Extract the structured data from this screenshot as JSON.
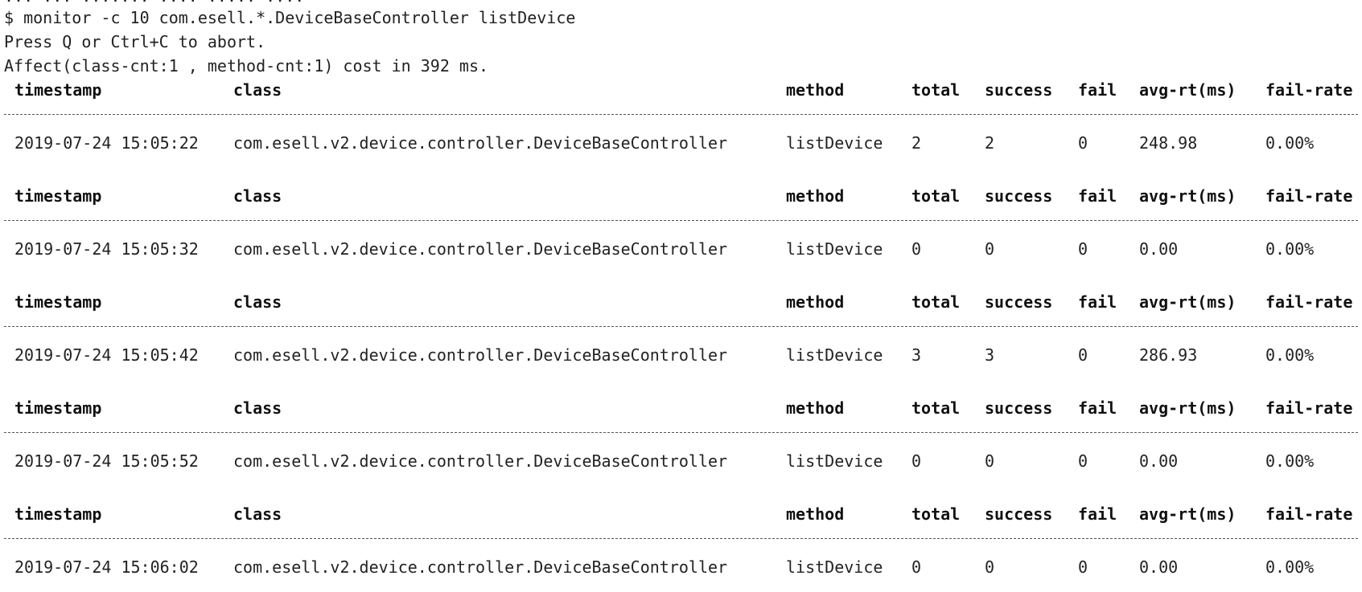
{
  "terminal": {
    "cut_off_line": "... ... ....... .... ..... ....",
    "command": "$ monitor -c 10 com.esell.*.DeviceBaseController listDevice",
    "abort_hint": "Press Q or Ctrl+C to abort.",
    "affect_line": "Affect(class-cnt:1 , method-cnt:1) cost in 392 ms.",
    "columns": [
      "timestamp",
      "class",
      "method",
      "total",
      "success",
      "fail",
      "avg-rt(ms)",
      "fail-rate"
    ],
    "blocks": [
      {
        "timestamp": "2019-07-24 15:05:22",
        "class": "com.esell.v2.device.controller.DeviceBaseController",
        "method": "listDevice",
        "total": "2",
        "success": "2",
        "fail": "0",
        "avg_rt": "248.98",
        "fail_rate": "0.00%"
      },
      {
        "timestamp": "2019-07-24 15:05:32",
        "class": "com.esell.v2.device.controller.DeviceBaseController",
        "method": "listDevice",
        "total": "0",
        "success": "0",
        "fail": "0",
        "avg_rt": "0.00",
        "fail_rate": "0.00%"
      },
      {
        "timestamp": "2019-07-24 15:05:42",
        "class": "com.esell.v2.device.controller.DeviceBaseController",
        "method": "listDevice",
        "total": "3",
        "success": "3",
        "fail": "0",
        "avg_rt": "286.93",
        "fail_rate": "0.00%"
      },
      {
        "timestamp": "2019-07-24 15:05:52",
        "class": "com.esell.v2.device.controller.DeviceBaseController",
        "method": "listDevice",
        "total": "0",
        "success": "0",
        "fail": "0",
        "avg_rt": "0.00",
        "fail_rate": "0.00%"
      },
      {
        "timestamp": "2019-07-24 15:06:02",
        "class": "com.esell.v2.device.controller.DeviceBaseController",
        "method": "listDevice",
        "total": "0",
        "success": "0",
        "fail": "0",
        "avg_rt": "0.00",
        "fail_rate": "0.00%"
      }
    ]
  }
}
